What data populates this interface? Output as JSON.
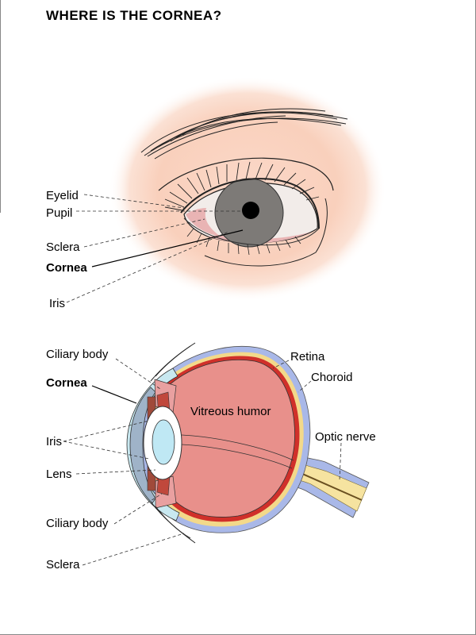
{
  "title": "WHERE IS THE CORNEA?",
  "front_view": {
    "labels": {
      "eyelid": "Eyelid",
      "pupil": "Pupil",
      "sclera": "Sclera",
      "cornea": "Cornea",
      "iris": "Iris"
    }
  },
  "cross_section": {
    "labels": {
      "ciliary_body_top": "Ciliary body",
      "cornea": "Cornea",
      "iris": "Iris",
      "lens": "Lens",
      "ciliary_body_bottom": "Ciliary body",
      "sclera": "Sclera",
      "retina": "Retina",
      "choroid": "Choroid",
      "vitreous_humor": "Vitreous humor",
      "optic_nerve": "Optic nerve"
    }
  },
  "colors": {
    "skin_glow": "#f9c9b5",
    "iris": "#7d7a77",
    "pupil": "#000000",
    "sclera_pink": "#e9b4b4",
    "vitreous": "#e8908b",
    "lens": "#bfe8f4",
    "cornea_blue": "#9fb3c8",
    "sclera_outer": "#a9b8e8",
    "retina": "#d0302a",
    "optic_nerve": "#f6e3a0"
  }
}
